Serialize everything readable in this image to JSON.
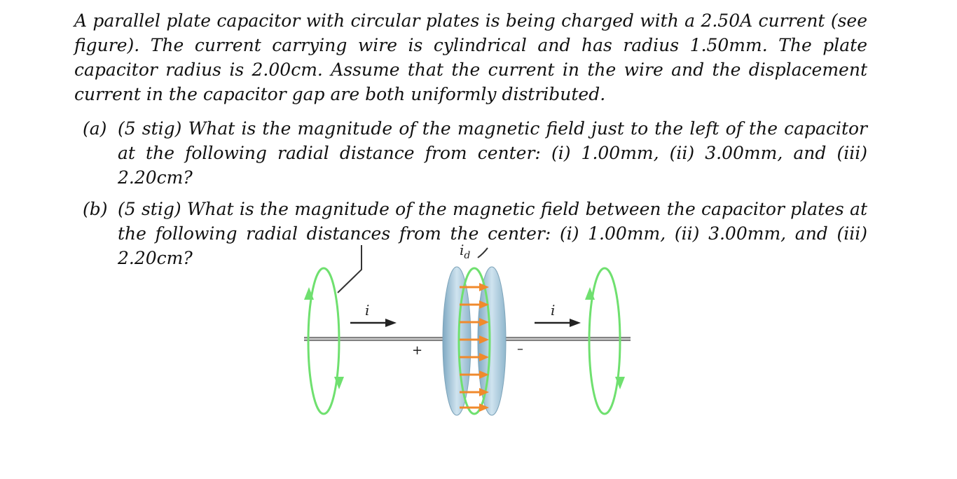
{
  "problem": {
    "intro": "A parallel plate capacitor with circular plates is being charged with a 2.50A current (see figure). The current carrying wire is cylindrical and has radius 1.50mm. The plate capacitor radius is 2.00cm. Assume that the current in the wire and the displacement current in the capacitor gap are both uniformly distributed.",
    "parts": [
      {
        "label": "(a)",
        "text": "(5 stig) What is the magnitude of the magnetic field just to the left of the capacitor at the following radial distance from center: (i) 1.00mm, (ii) 3.00mm, and (iii) 2.20cm?"
      },
      {
        "label": "(b)",
        "text": "(5 stig) What is the magnitude of the magnetic field between the capacitor plates at the following radial distances from the center: (i) 1.00mm, (ii) 3.00mm, and (iii) 2.20cm?"
      }
    ]
  },
  "figure": {
    "current_label_left": "i",
    "current_label_right": "i",
    "displacement_label": "i",
    "displacement_subscript": "d",
    "plus_sign": "+",
    "minus_sign": "–",
    "colors": {
      "field_loop": "#6fe06f",
      "displacement_arrow": "#f08a2c",
      "plate": "#a9c9dc",
      "wire": "#8a8a8a"
    }
  }
}
